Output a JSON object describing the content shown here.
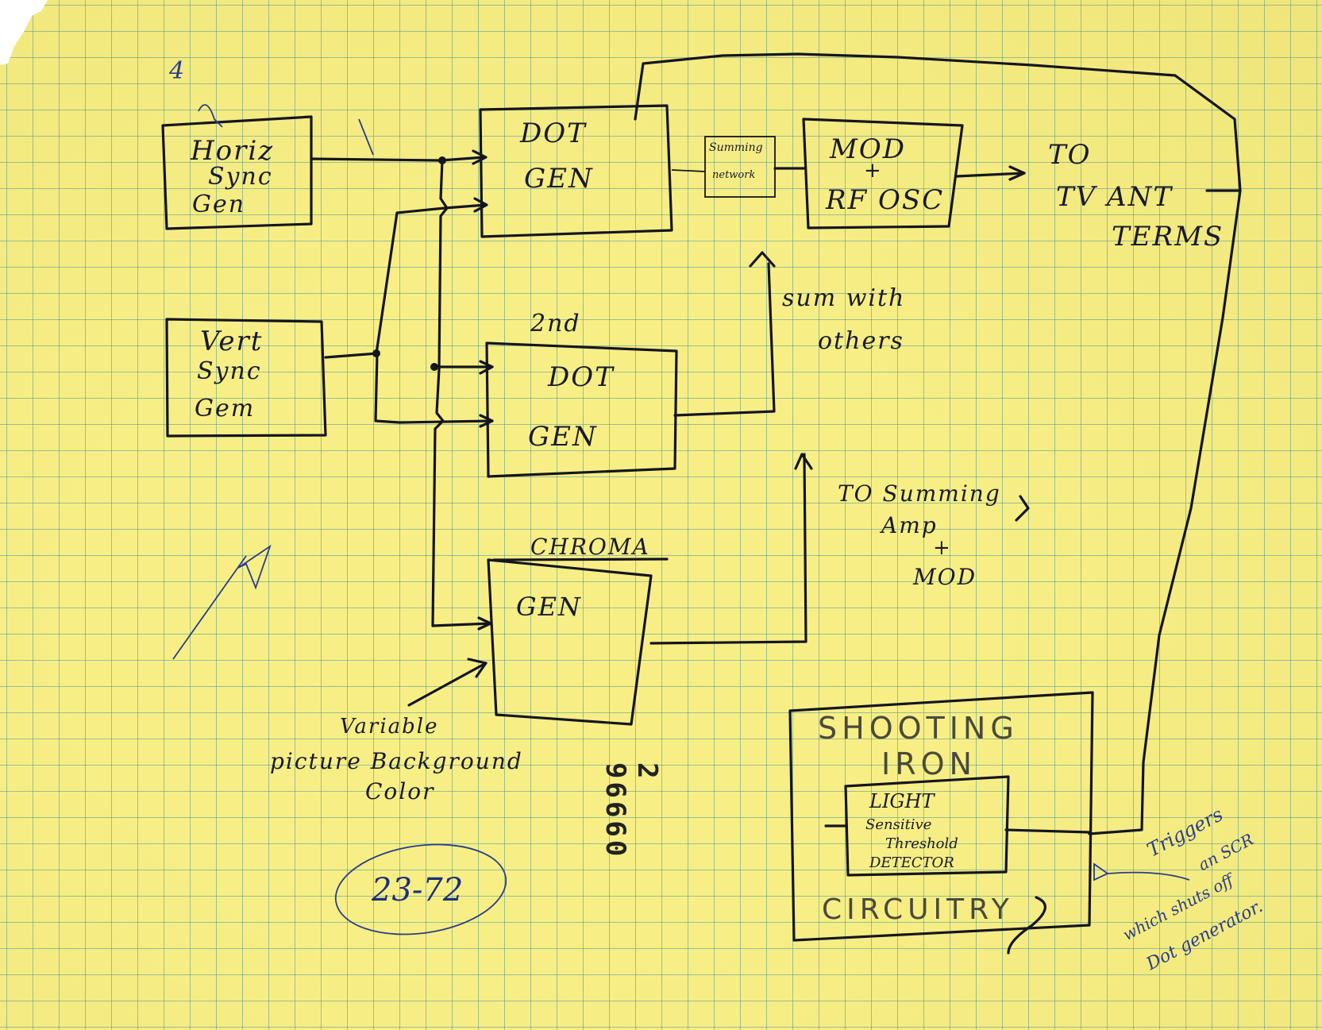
{
  "blocks": {
    "horiz_sync": [
      "Horiz",
      "Sync",
      "Gen"
    ],
    "vert_sync": [
      "Vert",
      "Sync",
      "Gem"
    ],
    "dot_gen": [
      "DOT",
      "GEN"
    ],
    "second_dot_gen": [
      "DOT",
      "GEN"
    ],
    "second_label": "2nd",
    "chroma_label": "CHROMA",
    "chroma_gen": "GEN",
    "summing_network": [
      "Summing",
      "network"
    ],
    "mod_rf": [
      "MOD",
      "+",
      "RF OSC"
    ],
    "shooting_iron": [
      "SHOOTING",
      "IRON"
    ],
    "circuitry": "CIRCUITRY",
    "light_sensitive": [
      "LIGHT",
      "Sensitive",
      "Threshold",
      "DETECTOR"
    ]
  },
  "notes": {
    "to_tv": [
      "TO",
      "TV ANT",
      "TERMS"
    ],
    "sum_with_others": [
      "sum with",
      "others"
    ],
    "to_summing": [
      "TO Summing",
      "Amp",
      "+",
      "MOD"
    ],
    "variable_bg": [
      "Variable",
      "picture Background",
      "Color"
    ],
    "triggers": [
      "Triggers",
      "an SCR",
      "which shuts off",
      "Dot generator."
    ],
    "date": "23-72",
    "serial": "2 96660",
    "corner_mark": "4"
  }
}
